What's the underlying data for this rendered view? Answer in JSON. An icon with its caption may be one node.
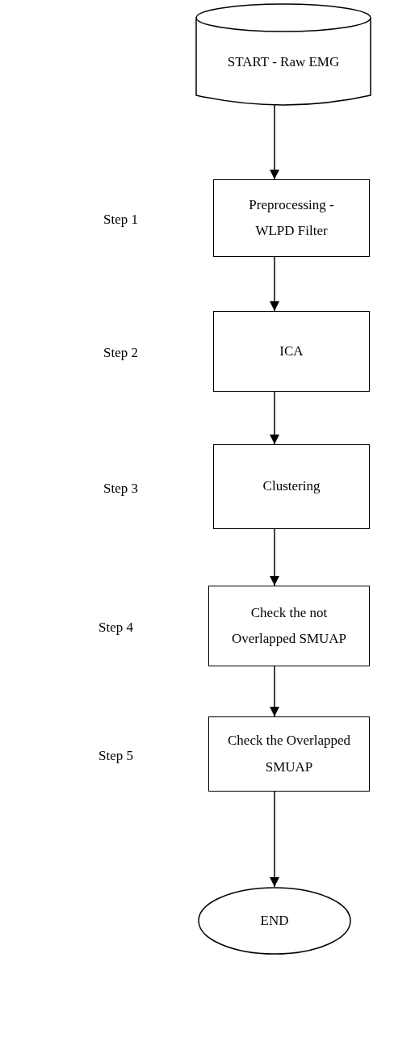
{
  "diagram": {
    "nodes": [
      {
        "text": [
          "START - Raw EMG"
        ]
      },
      {
        "text": [
          "Preprocessing - WLPD Filter"
        ]
      },
      {
        "text": [
          "ICA"
        ]
      },
      {
        "text": [
          "Clustering"
        ]
      },
      {
        "text": [
          "Check the not Overlapped SMUAP"
        ]
      },
      {
        "text": [
          "Check the Overlapped SMUAP"
        ]
      },
      {
        "text": [
          "END"
        ]
      }
    ],
    "edges": [
      {
        "from": 0,
        "to": 1,
        "arrow": "to"
      },
      {
        "from": 1,
        "to": 2,
        "arrow": "to"
      },
      {
        "from": 2,
        "to": 3,
        "arrow": "to"
      },
      {
        "from": 3,
        "to": 4,
        "arrow": "to"
      },
      {
        "from": 4,
        "to": 5,
        "arrow": "to"
      },
      {
        "from": 5,
        "to": 6,
        "arrow": "to"
      }
    ],
    "labels": [
      "Step 1",
      "Step 2",
      "Step 3",
      "Step 4",
      "Step 5"
    ]
  }
}
